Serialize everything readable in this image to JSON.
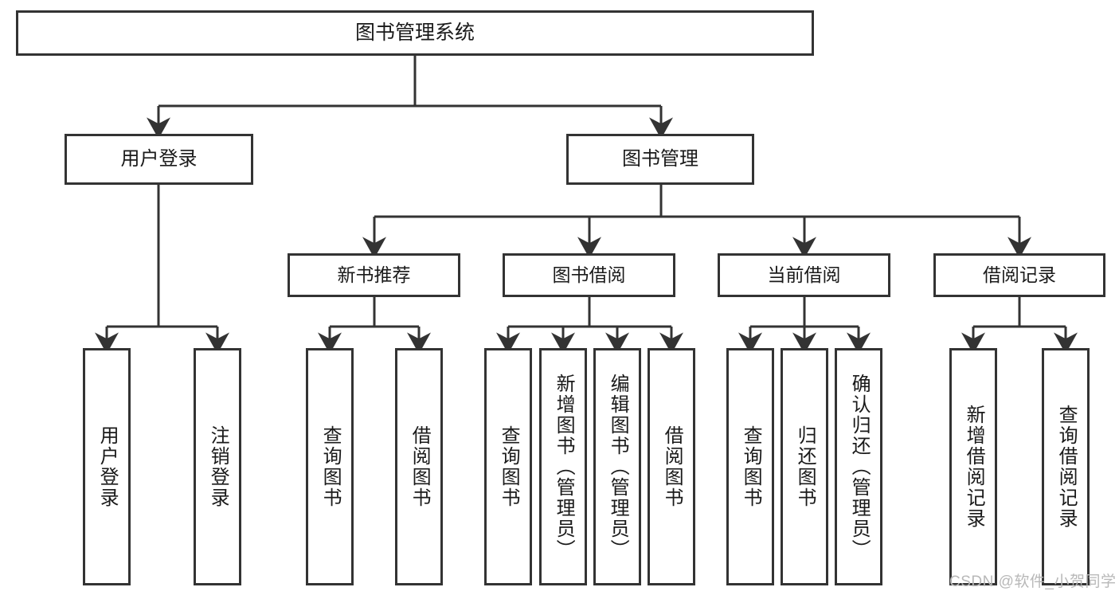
{
  "diagram": {
    "title": "图书管理系统",
    "type": "tree-hierarchy-diagram",
    "colors": {
      "node_border": "#333333",
      "node_fill": "#ffffff",
      "edge": "#333333",
      "background": "#ffffff",
      "watermark": "#b8b8b8"
    },
    "root": {
      "label": "图书管理系统"
    },
    "level2": [
      {
        "label": "用户登录"
      },
      {
        "label": "图书管理"
      }
    ],
    "level3": [
      {
        "label": "新书推荐"
      },
      {
        "label": "图书借阅"
      },
      {
        "label": "当前借阅"
      },
      {
        "label": "借阅记录"
      }
    ],
    "leaves": {
      "user_login": [
        {
          "label": "用户登录"
        },
        {
          "label": "注销登录"
        }
      ],
      "new_book_recommend": [
        {
          "label": "查询图书"
        },
        {
          "label": "借阅图书"
        }
      ],
      "book_borrow": [
        {
          "label": "查询图书"
        },
        {
          "label": "新增图书（管理员）"
        },
        {
          "label": "编辑图书（管理员）"
        },
        {
          "label": "借阅图书"
        }
      ],
      "current_borrow": [
        {
          "label": "查询图书"
        },
        {
          "label": "归还图书"
        },
        {
          "label": "确认归还（管理员）"
        }
      ],
      "borrow_record": [
        {
          "label": "新增借阅记录"
        },
        {
          "label": "查询借阅记录"
        }
      ]
    }
  },
  "watermark": {
    "text": "CSDN @软件_小贺同学"
  }
}
